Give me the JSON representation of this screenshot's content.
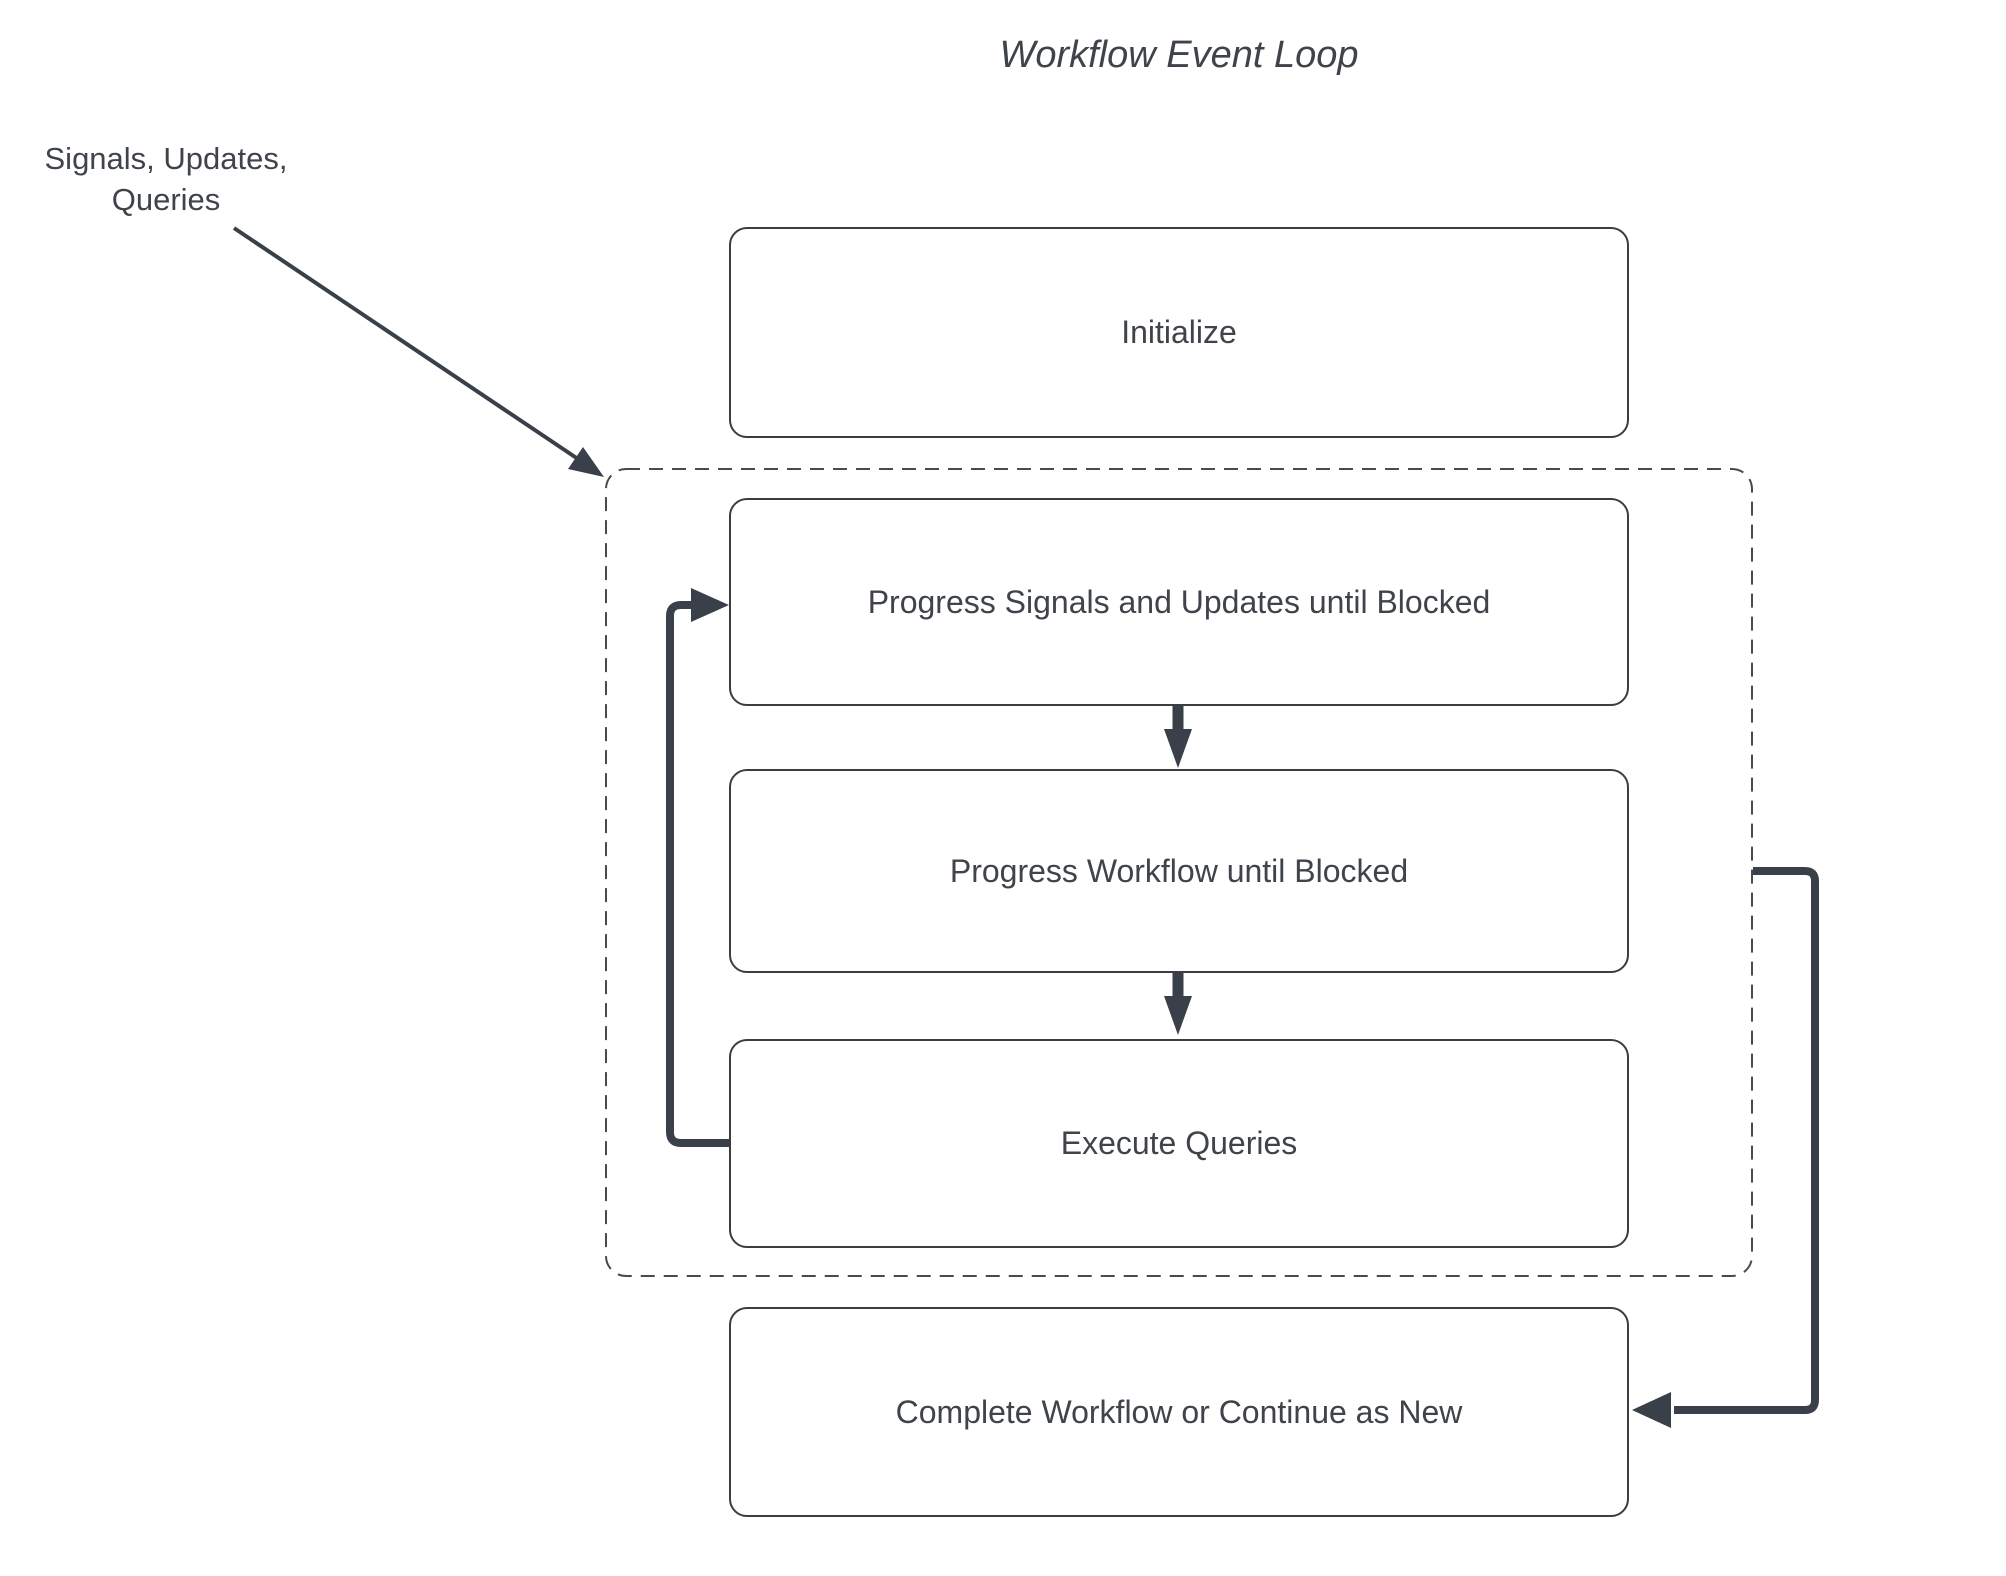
{
  "diagram": {
    "title": "Workflow Event Loop",
    "external_label": {
      "line1": "Signals, Updates,",
      "line2": "Queries"
    },
    "nodes": {
      "initialize": {
        "label": "Initialize"
      },
      "progress_signals": {
        "label": "Progress Signals and Updates until Blocked"
      },
      "progress_workflow": {
        "label": "Progress Workflow until Blocked"
      },
      "execute_queries": {
        "label": "Execute Queries"
      },
      "complete": {
        "label": "Complete Workflow or Continue as New"
      }
    },
    "colors": {
      "background": "#ffffff",
      "node_border": "#3d3d3d",
      "dashed_border": "#4a4a4a",
      "arrow": "#3a4049",
      "text": "#3f434a"
    }
  }
}
